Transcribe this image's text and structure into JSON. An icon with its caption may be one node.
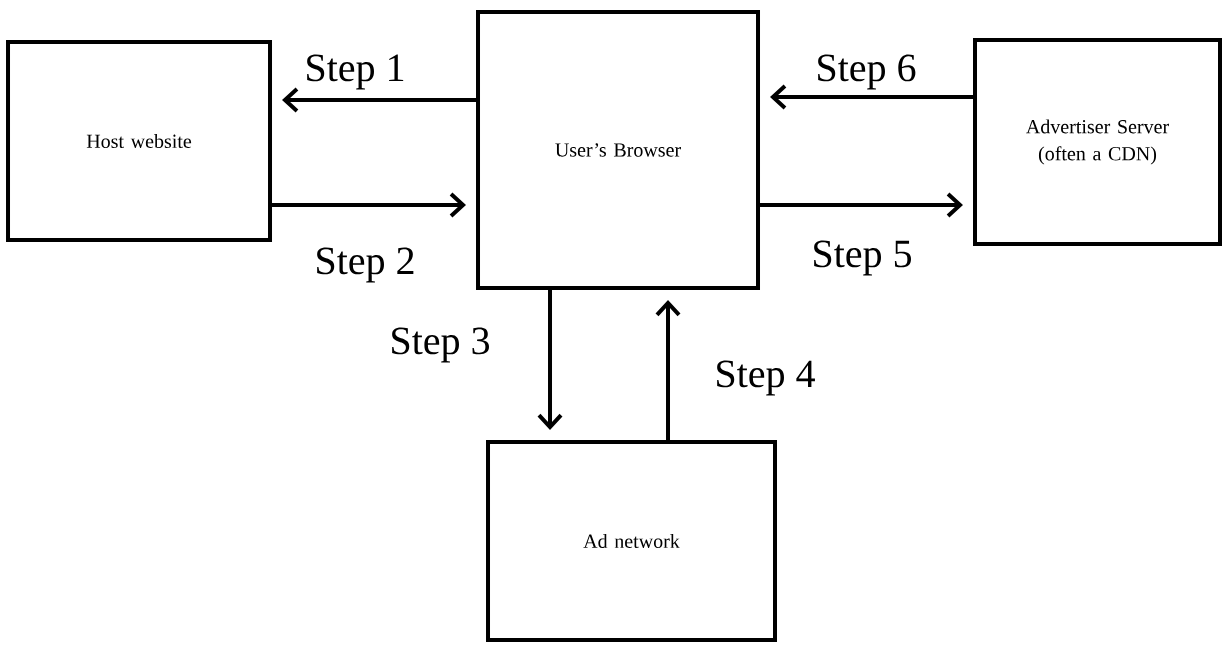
{
  "diagram": {
    "nodes": [
      {
        "text": [
          "Host website"
        ]
      },
      {
        "text": [
          "User’s Browser"
        ]
      },
      {
        "text": [
          "Advertiser Server (often a CDN)"
        ]
      },
      {
        "text": [
          "Ad network"
        ]
      }
    ],
    "edges": [
      {
        "from": 1,
        "to": 0,
        "arrow": "to",
        "label": "Step 1"
      },
      {
        "from": 0,
        "to": 1,
        "arrow": "to",
        "label": "Step 2"
      },
      {
        "from": 1,
        "to": 3,
        "arrow": "to",
        "label": "Step 3"
      },
      {
        "from": 3,
        "to": 1,
        "arrow": "to",
        "label": "Step 4"
      },
      {
        "from": 1,
        "to": 2,
        "arrow": "to",
        "label": "Step 5"
      },
      {
        "from": 2,
        "to": 1,
        "arrow": "to",
        "label": "Step 6"
      }
    ]
  }
}
